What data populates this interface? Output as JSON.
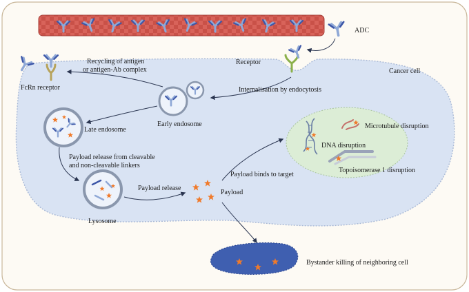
{
  "labels": {
    "adc": "ADC",
    "receptor": "Receptor",
    "cancer_cell": "Cancer cell",
    "recycling_line1": "Recycling of antigen",
    "recycling_line2": "or antigen-Ab complex",
    "fcrn_receptor": "FcRn receptor",
    "internalisation": "Internalisation by endocytosis",
    "early_endosome": "Early endosome",
    "late_endosome": "Late endosome",
    "payload_release_linkers_line1": "Payload release from cleavable",
    "payload_release_linkers_line2": "and non-cleavable linkers",
    "lysosome": "Lysosome",
    "payload_release": "Payload release",
    "payload": "Payload",
    "payload_binds": "Payload binds to target",
    "microtubule": "Microtubule disruption",
    "dna": "DNA disruption",
    "topoisomerase": "Topoisomerase 1 disruption",
    "bystander": "Bystander killing of neighboring cell"
  },
  "colors": {
    "vessel_wall": "#d45a52",
    "cell_fill": "#d9e3f3",
    "cell_border": "#a9b9d6",
    "nucleus_fill": "#dcedd6",
    "payload_star": "#f07a2a",
    "neighbor_cell": "#3f5fb0",
    "antibody_heavy": "#8fa8d6",
    "antibody_light": "#3d57a8",
    "receptor_green": "#8bb04a"
  }
}
